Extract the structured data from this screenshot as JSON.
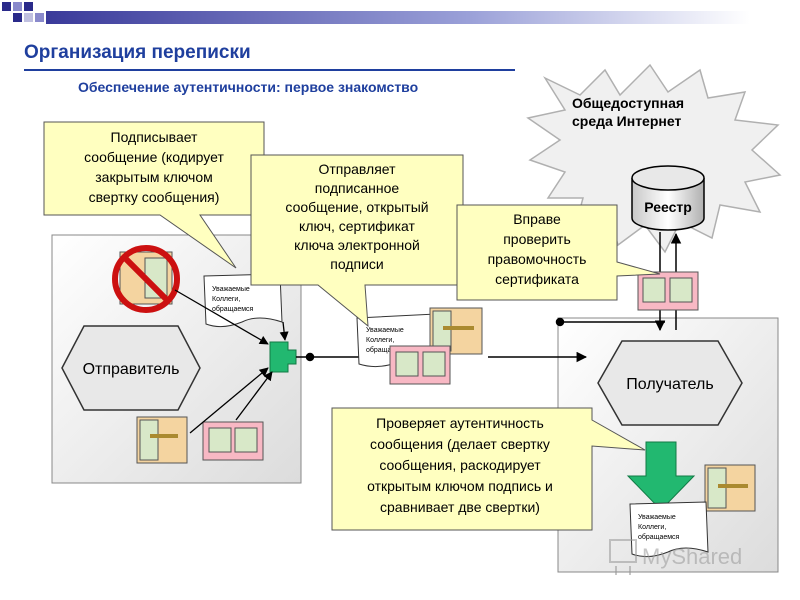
{
  "header": {
    "title": "Организация переписки",
    "subtitle": "Обеспечение аутентичности: первое знакомство"
  },
  "cloud": {
    "line1": "Общедоступная",
    "line2": "среда Интернет"
  },
  "registry_label": "Реестр",
  "sender_label": "Отправитель",
  "receiver_label": "Получатель",
  "callouts": {
    "sign": [
      "Подписывает",
      "сообщение (кодирует",
      "закрытым ключом",
      "свертку сообщения)"
    ],
    "send": [
      "Отправляет",
      "подписанное",
      "сообщение, открытый",
      "ключ, сертификат",
      "ключа электронной",
      "подписи"
    ],
    "check_cert": [
      "Вправе",
      "проверить",
      "правомочность",
      "сертификата"
    ],
    "verify": [
      "Проверяет аутентичность",
      "сообщения (делает свертку",
      "сообщения, раскодирует",
      "открытым ключом подпись и",
      "сравнивает две свертки)"
    ]
  },
  "doc_text": [
    "Уважаемые",
    "Коллеги,",
    "обращаемся"
  ],
  "watermark": "MyShared",
  "colors": {
    "title": "#1f3f9e",
    "subtitle": "#1f3f9e",
    "callout_fill": "#ffffc0",
    "hexagon_fill": "#e8e8e8",
    "arrow_green": "#22b870",
    "pink_card": "#f8b8c4"
  }
}
